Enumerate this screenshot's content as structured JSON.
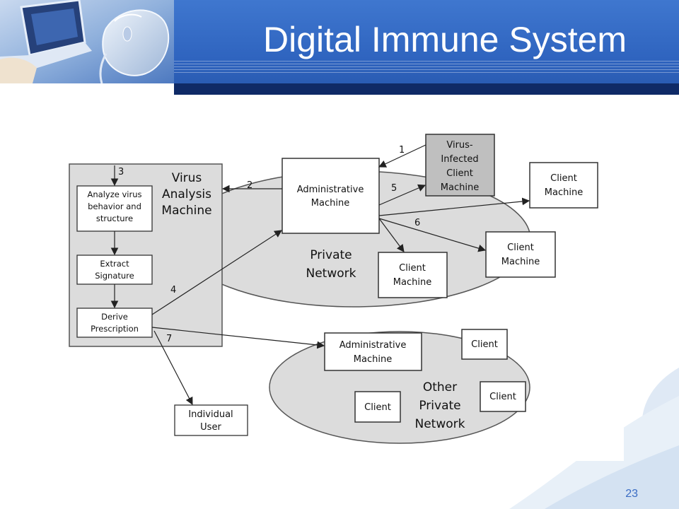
{
  "slide": {
    "title": "Digital Immune System",
    "page_number": "23"
  },
  "diagram": {
    "virus_analysis_machine": {
      "title_lines": [
        "Virus",
        "Analysis",
        "Machine"
      ]
    },
    "analyze_box": {
      "lines": [
        "Analyze virus",
        "behavior and",
        "structure"
      ]
    },
    "extract_box": {
      "lines": [
        "Extract",
        "Signature"
      ]
    },
    "derive_box": {
      "lines": [
        "Derive",
        "Prescription"
      ]
    },
    "individual_user": {
      "lines": [
        "Individual",
        "User"
      ]
    },
    "private_network": {
      "label_lines": [
        "Private",
        "Network"
      ],
      "admin": {
        "lines": [
          "Administrative",
          "Machine"
        ]
      },
      "infected": {
        "lines": [
          "Virus-",
          "Infected",
          "Client",
          "Machine"
        ]
      },
      "clients": [
        {
          "lines": [
            "Client",
            "Machine"
          ]
        },
        {
          "lines": [
            "Client",
            "Machine"
          ]
        },
        {
          "lines": [
            "Client",
            "Machine"
          ]
        }
      ]
    },
    "other_network": {
      "label_lines": [
        "Other",
        "Private",
        "Network"
      ],
      "admin": {
        "lines": [
          "Administrative",
          "Machine"
        ]
      },
      "clients": [
        "Client",
        "Client",
        "Client"
      ]
    },
    "step_labels": [
      "1",
      "2",
      "3",
      "4",
      "5",
      "6",
      "7"
    ]
  }
}
